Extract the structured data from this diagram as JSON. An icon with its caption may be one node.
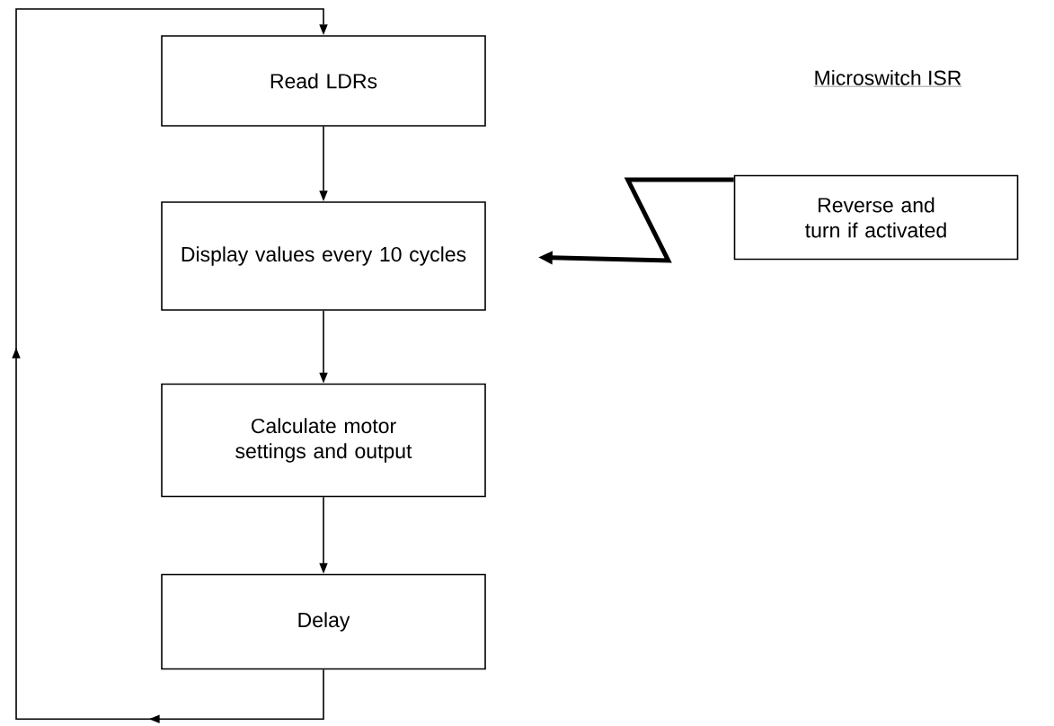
{
  "diagram": {
    "nodes": [
      {
        "text": [
          "Read LDRs"
        ]
      },
      {
        "text": [
          "Display values every 10 cycles"
        ]
      },
      {
        "text": [
          "Calculate motor settings and output"
        ]
      },
      {
        "text": [
          "Delay"
        ]
      },
      {
        "text": [
          "Reverse and turn if activated"
        ]
      }
    ],
    "edges": [
      {
        "from": 0,
        "to": 1,
        "arrow": "to"
      },
      {
        "from": 1,
        "to": 2,
        "arrow": "to"
      },
      {
        "from": 2,
        "to": 3,
        "arrow": "to"
      },
      {
        "from": 3,
        "to": 0,
        "arrow": "to"
      },
      {
        "from": 4,
        "to": 1,
        "arrow": "to",
        "style": "thick"
      }
    ],
    "labels": [
      "Microswitch ISR"
    ]
  }
}
